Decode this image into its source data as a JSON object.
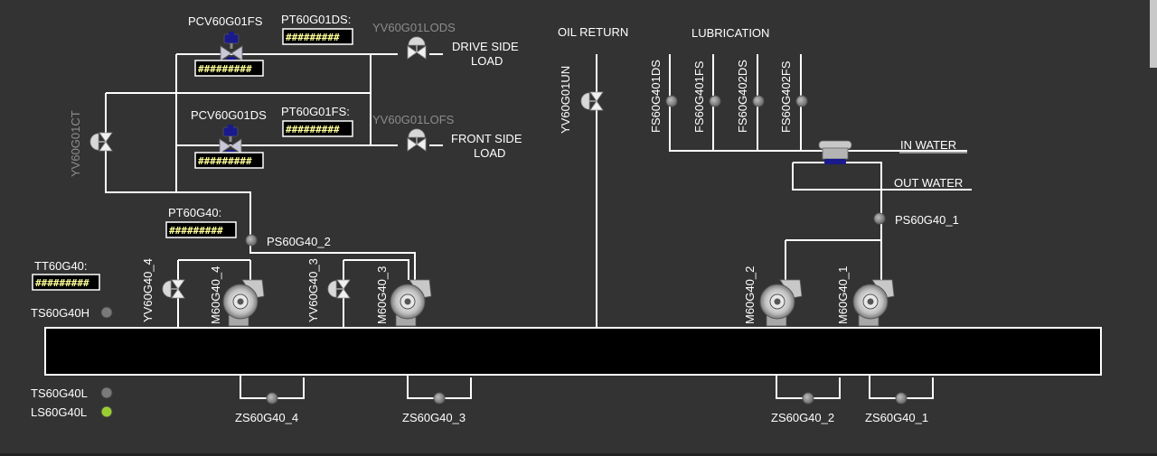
{
  "headers": {
    "oil_return": "OIL RETURN",
    "lubrication": "LUBRICATION"
  },
  "placeholder_value": "#########",
  "pressure_valves": [
    {
      "tag": "PCV60G01FS",
      "value": "#########"
    },
    {
      "tag": "PCV60G01DS",
      "value": "#########"
    }
  ],
  "pressure_transmitters": [
    {
      "tag": "PT60G01DS:",
      "value": "#########"
    },
    {
      "tag": "PT60G01FS:",
      "value": "#########"
    },
    {
      "tag": "PT60G40:",
      "value": "#########"
    }
  ],
  "temperature_transmitter": {
    "tag": "TT60G40:",
    "value": "#########"
  },
  "solenoid_valves": {
    "drive": {
      "tag": "YV60G01LODS",
      "load_label_1": "DRIVE SIDE",
      "load_label_2": "LOAD"
    },
    "front": {
      "tag": "YV60G01LOFS",
      "load_label_1": "FRONT SIDE",
      "load_label_2": "LOAD"
    },
    "bypass": {
      "tag": "YV60G01CT"
    },
    "oil_return": {
      "tag": "YV60G01UN"
    },
    "pump4": {
      "tag": "YV60G40_4"
    },
    "pump3": {
      "tag": "YV60G40_3"
    }
  },
  "pressure_switches": {
    "ps2": "PS60G40_2",
    "ps1": "PS60G40_1"
  },
  "flow_switches": [
    "FS60G401DS",
    "FS60G401FS",
    "FS60G402DS",
    "FS60G402FS"
  ],
  "water": {
    "in": "IN WATER",
    "out": "OUT WATER"
  },
  "pumps": [
    "M60G40_4",
    "M60G40_3",
    "M60G40_2",
    "M60G40_1"
  ],
  "position_switches": [
    "ZS60G40_4",
    "ZS60G40_3",
    "ZS60G40_2",
    "ZS60G40_1"
  ],
  "tank_indicators": [
    {
      "tag": "TS60G40H",
      "color": "#7a7a7a"
    },
    {
      "tag": "TS60G40L",
      "color": "#7a7a7a"
    },
    {
      "tag": "LS60G40L",
      "color": "#9acd32"
    }
  ],
  "colors": {
    "background": "#333333",
    "pipe": "#ffffff",
    "value_text": "#ffff99",
    "actuator": "#1a1a8c",
    "indicator_ok": "#9acd32"
  }
}
